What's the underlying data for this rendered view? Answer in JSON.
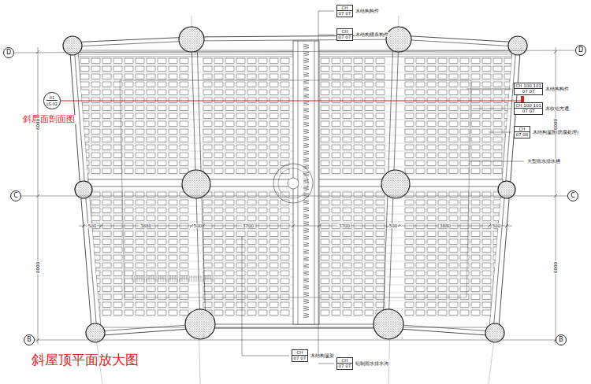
{
  "diagram": {
    "title": "斜屋顶平面放大图",
    "nodes": [
      {
        "text": [
          "D"
        ]
      },
      {
        "text": [
          "D"
        ]
      },
      {
        "text": [
          "C"
        ]
      },
      {
        "text": [
          "C"
        ]
      },
      {
        "text": [
          "B"
        ]
      },
      {
        "text": [
          "B"
        ]
      },
      {
        "text": [
          "01",
          "LS-02"
        ]
      },
      {
        "text": [
          "CH",
          "07 07",
          "木结构构件"
        ]
      },
      {
        "text": [
          "CH",
          "07 07",
          "木结构檩条构件"
        ]
      },
      {
        "text": [
          "CH 100 101",
          "07 07",
          "木结构构件"
        ]
      },
      {
        "text": [
          "CH 100 101",
          "07 07",
          "木纹铝方通"
        ]
      },
      {
        "text": [
          "CH",
          "07 08",
          "木结构屋面(防腐处理)"
        ]
      },
      {
        "text": [
          "CH",
          "07 07",
          "木结构屋架"
        ]
      },
      {
        "text": [
          "CH",
          "07 07",
          "铝制雨水排水沟"
        ]
      }
    ],
    "edges": [
      {
        "from": 0,
        "to": 1,
        "arrow": "none"
      },
      {
        "from": 2,
        "to": 3,
        "arrow": "none"
      },
      {
        "from": 4,
        "to": 5,
        "arrow": "none"
      }
    ],
    "labels": [
      "斜屋面剖面图",
      "大型雨水排水槽",
      "500",
      "3880",
      "500",
      "3700",
      "3700",
      "500",
      "3880",
      "500",
      "6000",
      "6000",
      "6000",
      "6000"
    ]
  }
}
